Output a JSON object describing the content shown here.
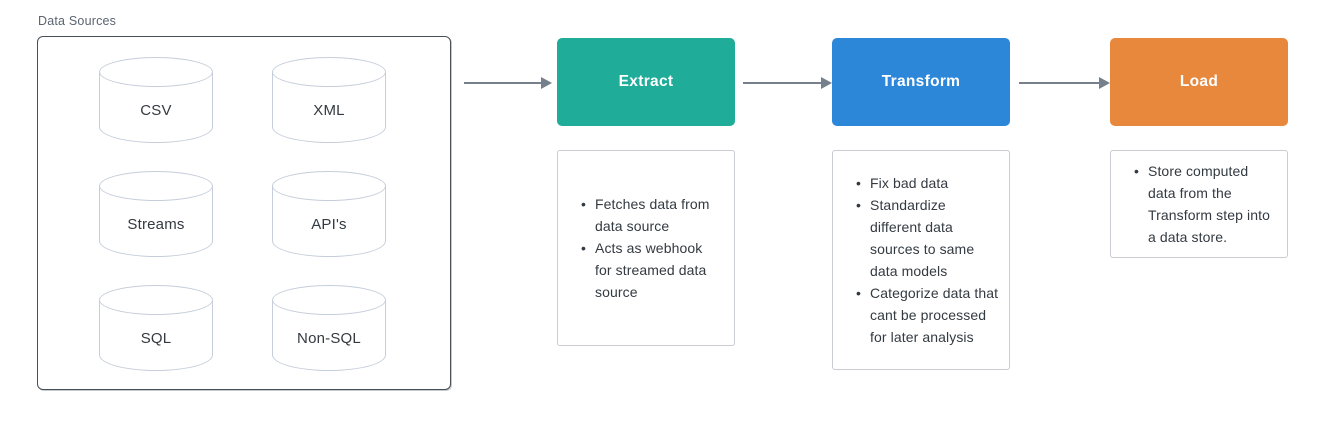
{
  "data_sources": {
    "label": "Data Sources",
    "items": [
      {
        "label": "CSV"
      },
      {
        "label": "XML"
      },
      {
        "label": "Streams"
      },
      {
        "label": "API's"
      },
      {
        "label": "SQL"
      },
      {
        "label": "Non-SQL"
      }
    ]
  },
  "stages": [
    {
      "name": "Extract",
      "color": "#1FAD9A",
      "notes": [
        "Fetches data from data source",
        "Acts as webhook for streamed data source"
      ]
    },
    {
      "name": "Transform",
      "color": "#2D87D9",
      "notes": [
        "Fix bad data",
        "Standardize different data sources to same data models",
        "Categorize data that cant be processed for later analysis"
      ]
    },
    {
      "name": "Load",
      "color": "#E8883D",
      "notes": [
        "Store computed data from the Transform step into a data store."
      ]
    }
  ],
  "colors": {
    "arrow": "#76808C",
    "group_border": "#465059",
    "cylinder_stroke": "#C5CEDA",
    "note_border": "#C9CCD1",
    "text_dark": "#333A41",
    "label_gray": "#5B6470"
  }
}
